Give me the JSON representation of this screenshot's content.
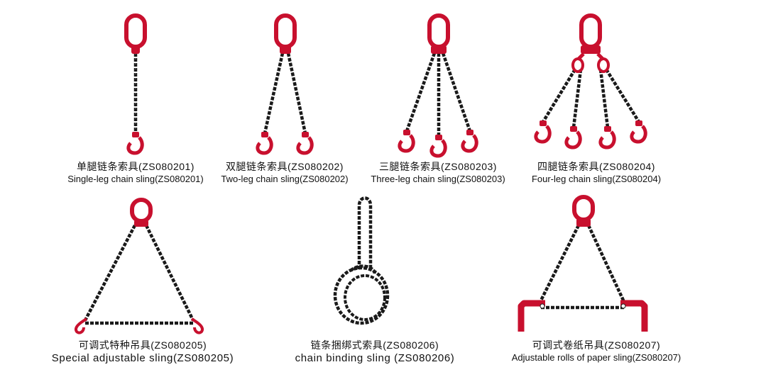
{
  "colors": {
    "link": "#c8102e",
    "chain": "#1a1a1a",
    "background": "#ffffff"
  },
  "products": [
    {
      "zh": "单腿链条索具(ZS080201)",
      "en": "Single-leg chain sling(ZS080201)"
    },
    {
      "zh": "双腿链条索具(ZS080202)",
      "en": "Two-leg chain sling(ZS080202)"
    },
    {
      "zh": "三腿链条索具(ZS080203)",
      "en": "Three-leg chain sling(ZS080203)"
    },
    {
      "zh": "四腿链条索具(ZS080204)",
      "en": "Four-leg chain sling(ZS080204)"
    },
    {
      "zh": "可调式特种吊具(ZS080205)",
      "en": "Special adjustable sling(ZS080205)"
    },
    {
      "zh": "链条捆绑式索具(ZS080206)",
      "en": "chain binding sling (ZS080206)"
    },
    {
      "zh": "可调式卷纸吊具(ZS080207)",
      "en": "Adjustable rolls of paper sling(ZS080207)"
    }
  ]
}
